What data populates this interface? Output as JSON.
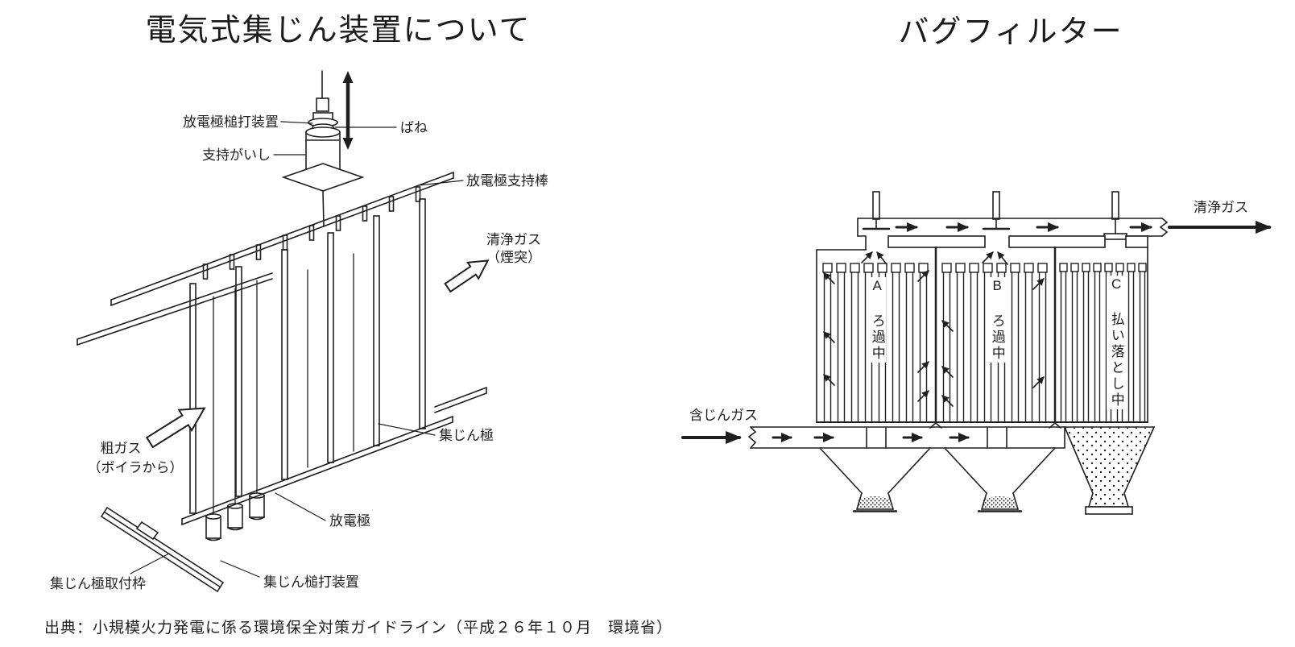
{
  "page": {
    "background": "#ffffff",
    "ink_color": "#1f1f1f"
  },
  "left_panel": {
    "title": "電気式集じん装置について",
    "labels": {
      "rapper": "放電極槌打装置",
      "spring": "ばね",
      "insulator": "支持がいし",
      "support_rod": "放電極支持棒",
      "clean_gas_line1": "清浄ガス",
      "clean_gas_line2": "（煙突）",
      "raw_gas_line1": "粗ガス",
      "raw_gas_line2": "（ボイラから）",
      "collecting_plate": "集じん極",
      "discharge_electrode": "放電極",
      "mounting_frame": "集じん極取付枠",
      "collecting_rapper": "集じん槌打装置"
    }
  },
  "right_panel": {
    "title": "バグフィルター",
    "labels": {
      "clean_gas": "清浄ガス",
      "dusty_gas": "含じんガス",
      "chamber_a": "A ろ過中",
      "chamber_b": "B ろ過中",
      "chamber_c": "C 払い落とし中"
    }
  },
  "footer": {
    "source": "出典：小規模火力発電に係る環境保全対策ガイドライン（平成２６年１０月　環境省）"
  }
}
